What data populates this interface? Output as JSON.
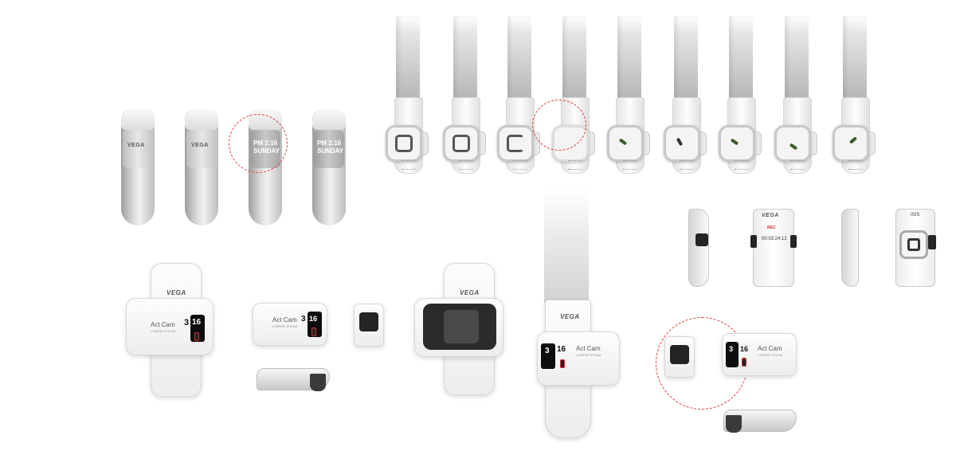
{
  "brand": "VEGA",
  "watch_face": {
    "line1": "PM 2:16",
    "line2": "SUNDAY"
  },
  "cam": {
    "title": "Act Cam",
    "sub": "LOREM IPSUM",
    "digit_left": "3",
    "digit_screen": "16"
  },
  "timer": {
    "value": "00:03:24:12",
    "status": "REC"
  },
  "mini_screen": "ISIS",
  "colors": {
    "accent_red": "#e53b3b",
    "led_green": "#3a5b2a"
  },
  "icons": [
    "square-button-icon",
    "record-icon"
  ]
}
